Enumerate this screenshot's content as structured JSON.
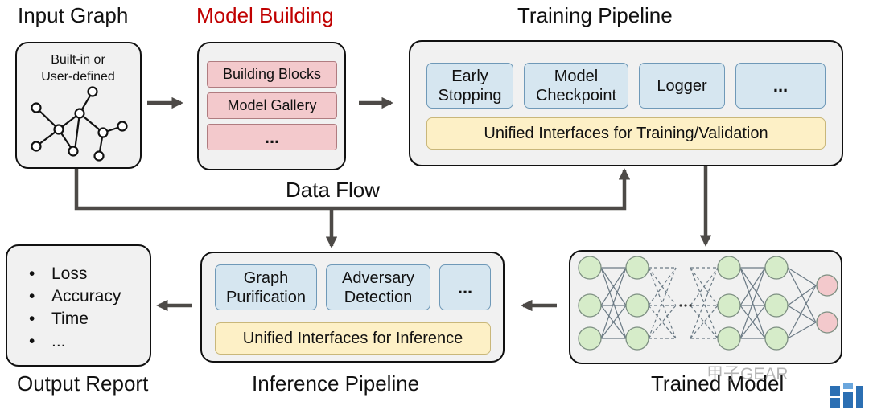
{
  "titles": {
    "input_graph": "Input Graph",
    "model_building": "Model Building",
    "training_pipeline": "Training Pipeline",
    "data_flow": "Data Flow",
    "output_report": "Output Report",
    "inference_pipeline": "Inference Pipeline",
    "trained_model": "Trained Model"
  },
  "input_graph": {
    "line1": "Built-in or",
    "line2": "User-defined"
  },
  "model_building": {
    "items": [
      "Building Blocks",
      "Model Gallery",
      "..."
    ]
  },
  "training_pipeline": {
    "modules": [
      {
        "line1": "Early",
        "line2": "Stopping"
      },
      {
        "line1": "Model",
        "line2": "Checkpoint"
      },
      {
        "line1": "Logger",
        "line2": ""
      },
      {
        "line1": "...",
        "line2": ""
      }
    ],
    "interface": "Unified Interfaces for Training/Validation"
  },
  "inference_pipeline": {
    "modules": [
      {
        "line1": "Graph",
        "line2": "Purification"
      },
      {
        "line1": "Adversary",
        "line2": "Detection"
      },
      {
        "line1": "...",
        "line2": ""
      }
    ],
    "interface": "Unified Interfaces for Inference"
  },
  "output_report": {
    "bullet": "•",
    "items": [
      "Loss",
      "Accuracy",
      "Time",
      "..."
    ]
  },
  "watermark": {
    "text": "甲子GEAR"
  },
  "colors": {
    "highlight_title": "#c00000",
    "arrow": "#4d4a47",
    "blue_box": "#d6e6f0",
    "yellow_box": "#fdf0c6",
    "pink_box": "#f3c9cc",
    "neuron_green": "#d6ecc9",
    "neuron_pink": "#f3c9cc"
  }
}
